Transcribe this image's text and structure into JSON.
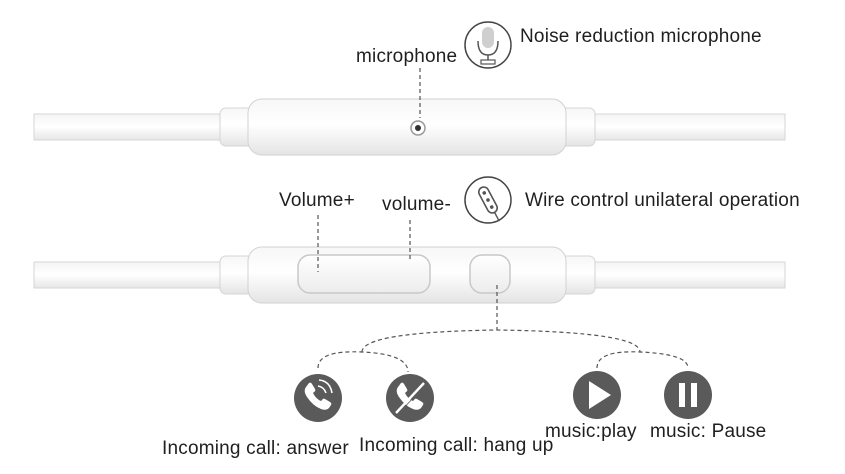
{
  "top_section": {
    "microphone_label": "microphone",
    "noise_reduction_label": "Noise reduction microphone",
    "microphone_icon": "microphone-icon"
  },
  "middle_section": {
    "volume_up_label": "Volume+",
    "volume_down_label": "volume-",
    "wire_control_label": "Wire control unilateral operation",
    "wire_control_icon": "remote-control-icon"
  },
  "bottom_section": {
    "answer_label": "Incoming call: answer",
    "hangup_label": "Incoming call: hang up",
    "play_label": "music:play",
    "pause_label": "music: Pause",
    "icons": [
      "phone-answer-icon",
      "phone-hangup-icon",
      "play-icon",
      "pause-icon"
    ]
  },
  "colors": {
    "icon_dark": "#5a5a5a",
    "cable_stroke": "#d0d0d0",
    "text": "#1f1f1f"
  }
}
